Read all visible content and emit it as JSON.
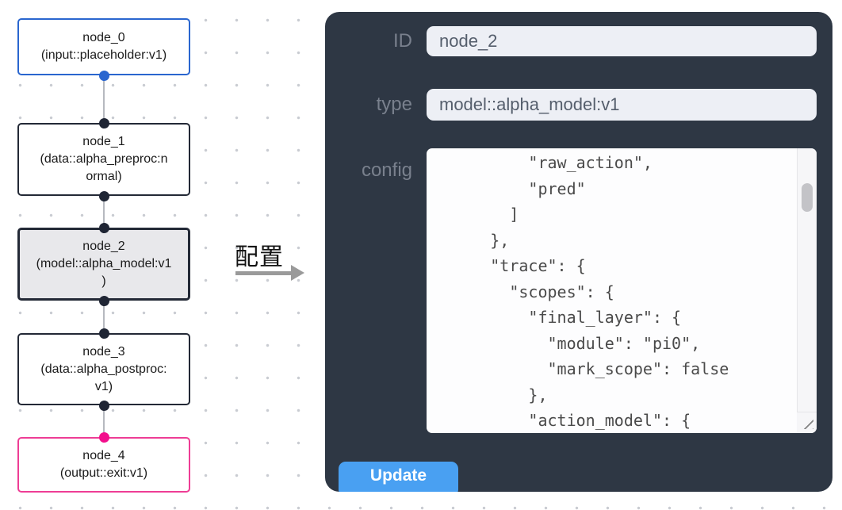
{
  "canvas": {
    "nodes": [
      {
        "id": "node_0",
        "type": "input::placeholder:v1",
        "lines": [
          "node_0",
          "(input::placeholder:v1)"
        ]
      },
      {
        "id": "node_1",
        "type": "data::alpha_preproc:normal",
        "lines": [
          "node_1",
          "(data::alpha_preproc:n",
          "ormal)"
        ]
      },
      {
        "id": "node_2",
        "type": "model::alpha_model:v1",
        "lines": [
          "node_2",
          "(model::alpha_model:v1",
          ")"
        ],
        "selected": true
      },
      {
        "id": "node_3",
        "type": "data::alpha_postproc:v1",
        "lines": [
          "node_3",
          "(data::alpha_postproc:",
          "v1)"
        ]
      },
      {
        "id": "node_4",
        "type": "output::exit:v1",
        "lines": [
          "node_4",
          "(output::exit:v1)"
        ]
      }
    ]
  },
  "transition": {
    "label": "配置"
  },
  "panel": {
    "id_label": "ID",
    "id_value": "node_2",
    "type_label": "type",
    "type_value": "model::alpha_model:v1",
    "config_label": "config",
    "config_text": "          \"raw_action\",\n          \"pred\"\n        ]\n      },\n      \"trace\": {\n        \"scopes\": {\n          \"final_layer\": {\n            \"module\": \"pi0\",\n            \"mark_scope\": false\n          },\n          \"action_model\": {",
    "update_label": "Update"
  },
  "colors": {
    "panel_bg": "#2e3744",
    "button_blue": "#49a0f2",
    "input_field_bg": "#edeff5",
    "label_gray": "#79808d",
    "node_input_border_blue": "#2a66cf",
    "node_default_border": "#232936",
    "node_selected_bg": "#e8e8eb",
    "node_output_border_pink": "#ee3d95",
    "output_port_pink": "#f20f8c",
    "input_port_blue": "#2a66cf",
    "edge_gray": "#b6b9bf",
    "arrow_gray": "#9a9a9a"
  }
}
